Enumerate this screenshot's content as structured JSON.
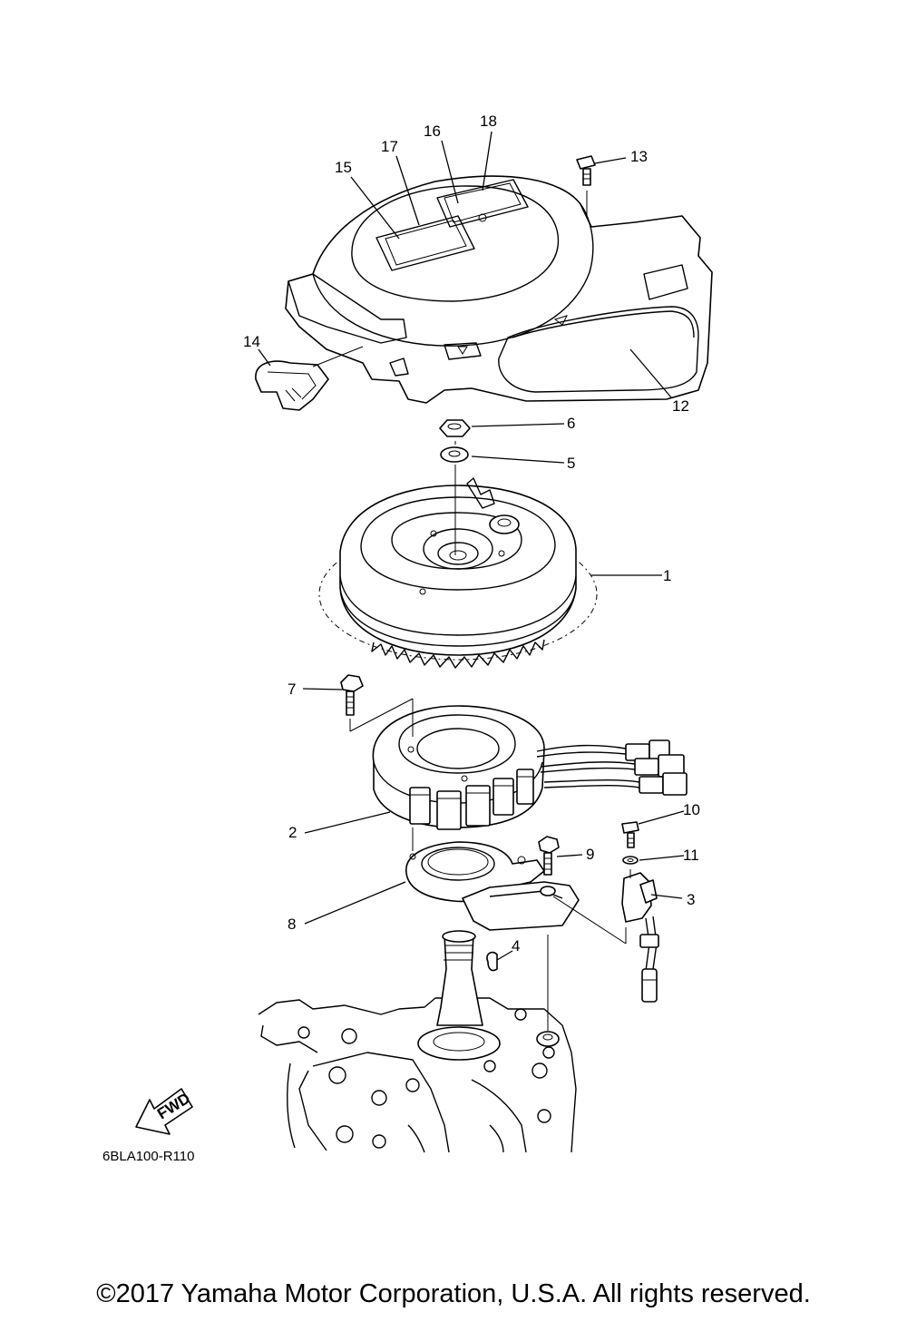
{
  "diagram": {
    "reference_code": "6BLA100-R110",
    "fwd_label": "FWD",
    "copyright": "©2017 Yamaha Motor Corporation, U.S.A. All rights reserved.",
    "callouts": {
      "c1": "1",
      "c2": "2",
      "c3": "3",
      "c4": "4",
      "c5": "5",
      "c6": "6",
      "c7": "7",
      "c8": "8",
      "c9": "9",
      "c10": "10",
      "c11": "11",
      "c12": "12",
      "c13": "13",
      "c14": "14",
      "c15": "15",
      "c16": "16",
      "c17": "17",
      "c18": "18"
    }
  }
}
